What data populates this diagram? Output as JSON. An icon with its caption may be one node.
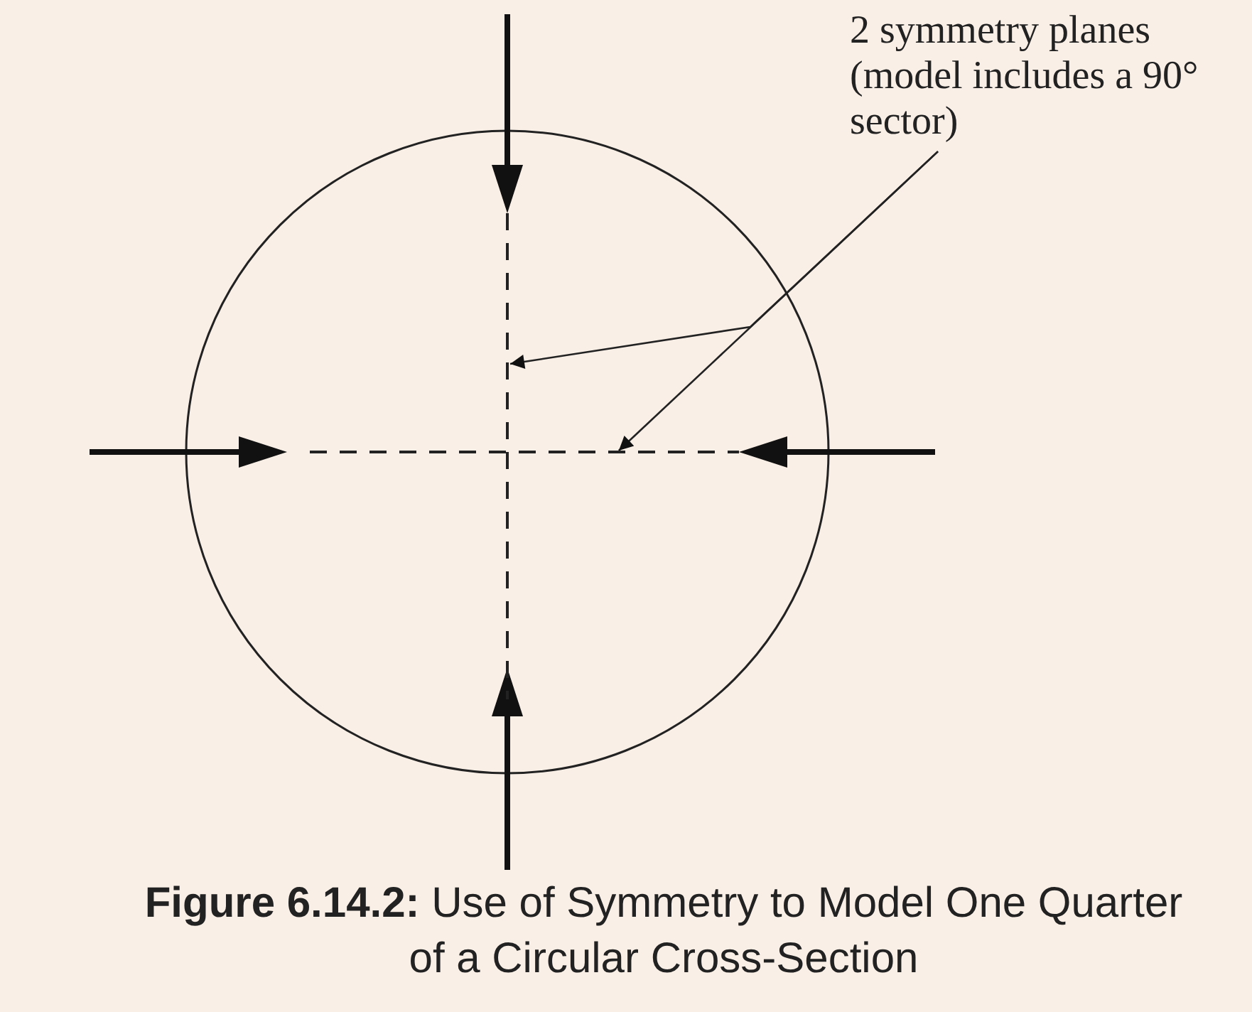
{
  "diagram": {
    "caption": "**Figure 6.14.2:** Use of Symmetry to Model One Quarter of a Circular Cross-Section",
    "nodes": [
      {
        "text": [
          "2 symmetry planes (model includes a 90° sector)"
        ]
      },
      {
        "text": [],
        "shape": "line"
      },
      {
        "text": [],
        "shape": "line"
      }
    ],
    "edges": [
      {
        "from": 0,
        "to": 1,
        "arrow": "to"
      },
      {
        "from": 0,
        "to": 2,
        "arrow": "to"
      }
    ]
  }
}
